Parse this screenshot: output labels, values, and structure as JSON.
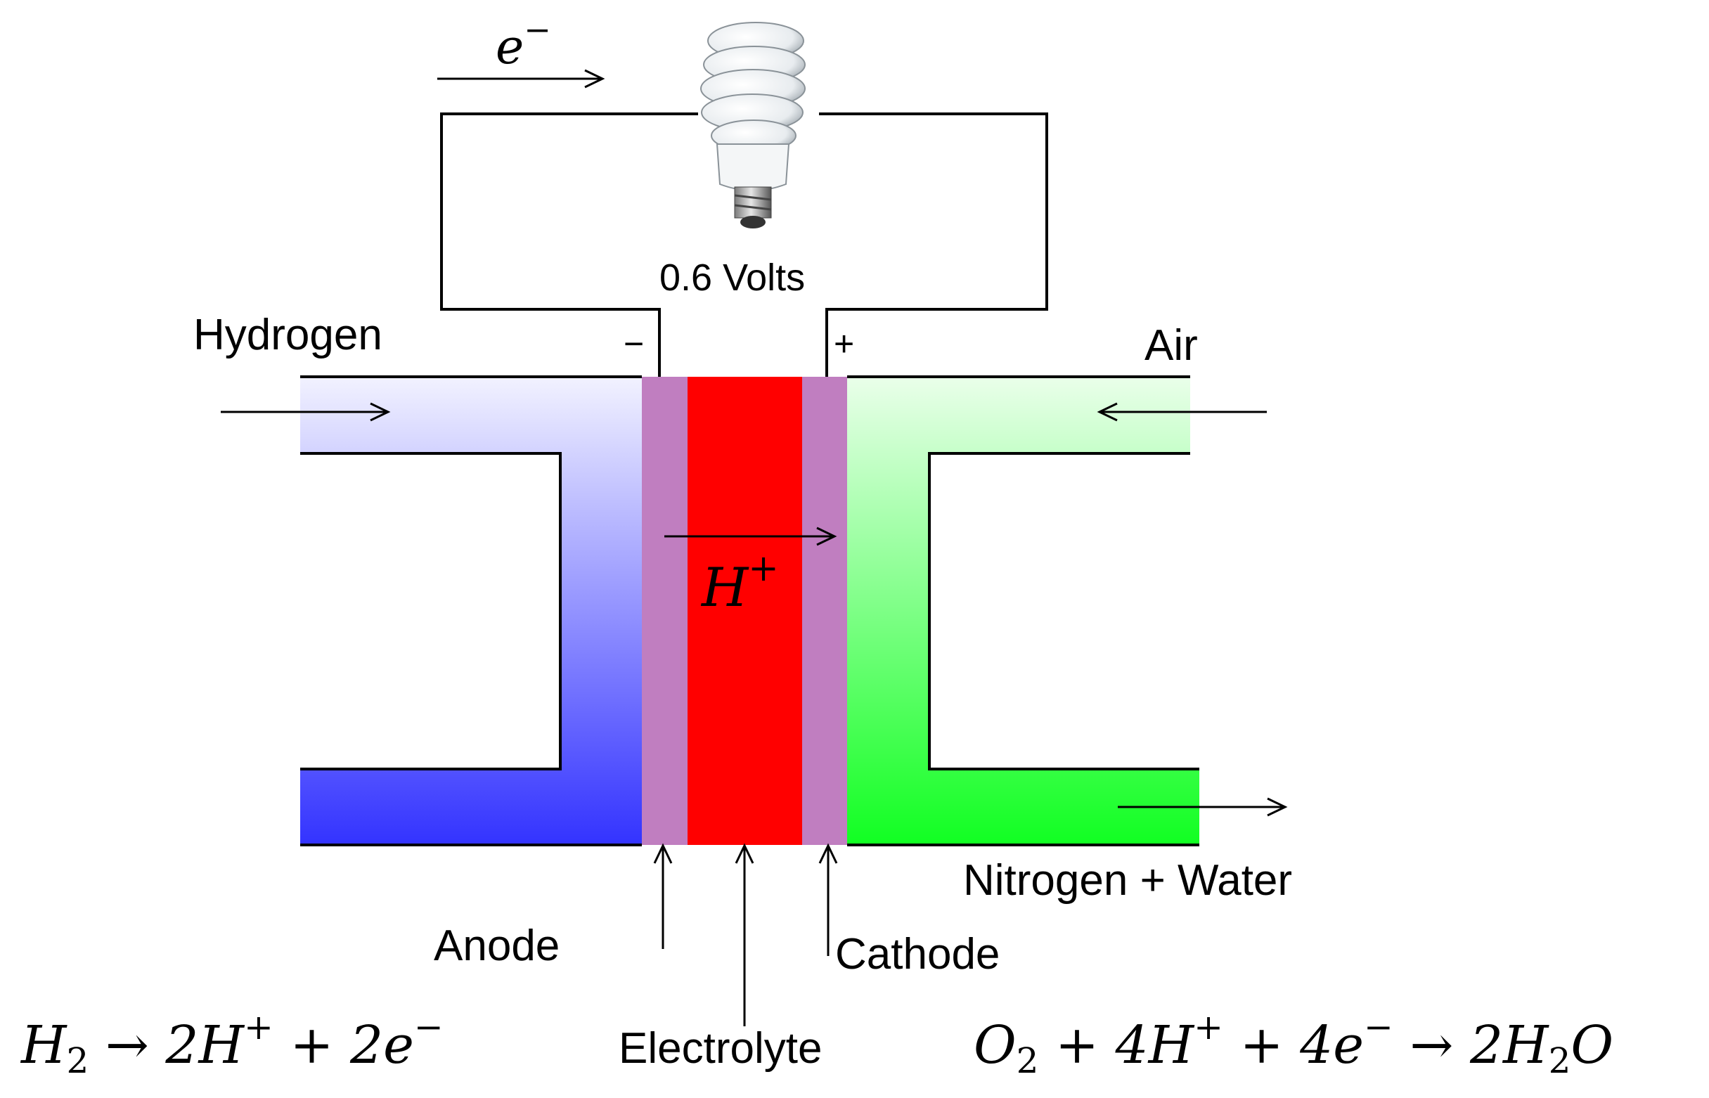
{
  "circuit": {
    "electron_label": "e",
    "electron_sup": "−",
    "voltage_label": "0.6 Volts",
    "minus_sign": "−",
    "plus_sign": "+"
  },
  "gases": {
    "hydrogen": "Hydrogen",
    "air": "Air",
    "exhaust": "Nitrogen + Water"
  },
  "electrolyte_ion": {
    "base": "H",
    "sup": "+"
  },
  "components": {
    "anode": "Anode",
    "electrolyte": "Electrolyte",
    "cathode": "Cathode"
  },
  "reactions": {
    "anode": {
      "parts": [
        "H",
        "2",
        " → 2H",
        "+",
        " + 2e",
        "−"
      ]
    },
    "cathode": {
      "parts": [
        "O",
        "2",
        " + 4H",
        "+",
        " + 4e",
        "−",
        " → 2H",
        "2",
        "O"
      ]
    }
  },
  "colors": {
    "anode_gas_top": "#eeeeff",
    "anode_gas_bottom": "#3333ff",
    "cathode_gas_top": "#e8ffe8",
    "cathode_gas_bottom": "#11ff22",
    "electrode": "#c07ec0",
    "electrolyte": "#ff0000"
  },
  "icons": {
    "lamp": "cfl-light-bulb-icon"
  }
}
